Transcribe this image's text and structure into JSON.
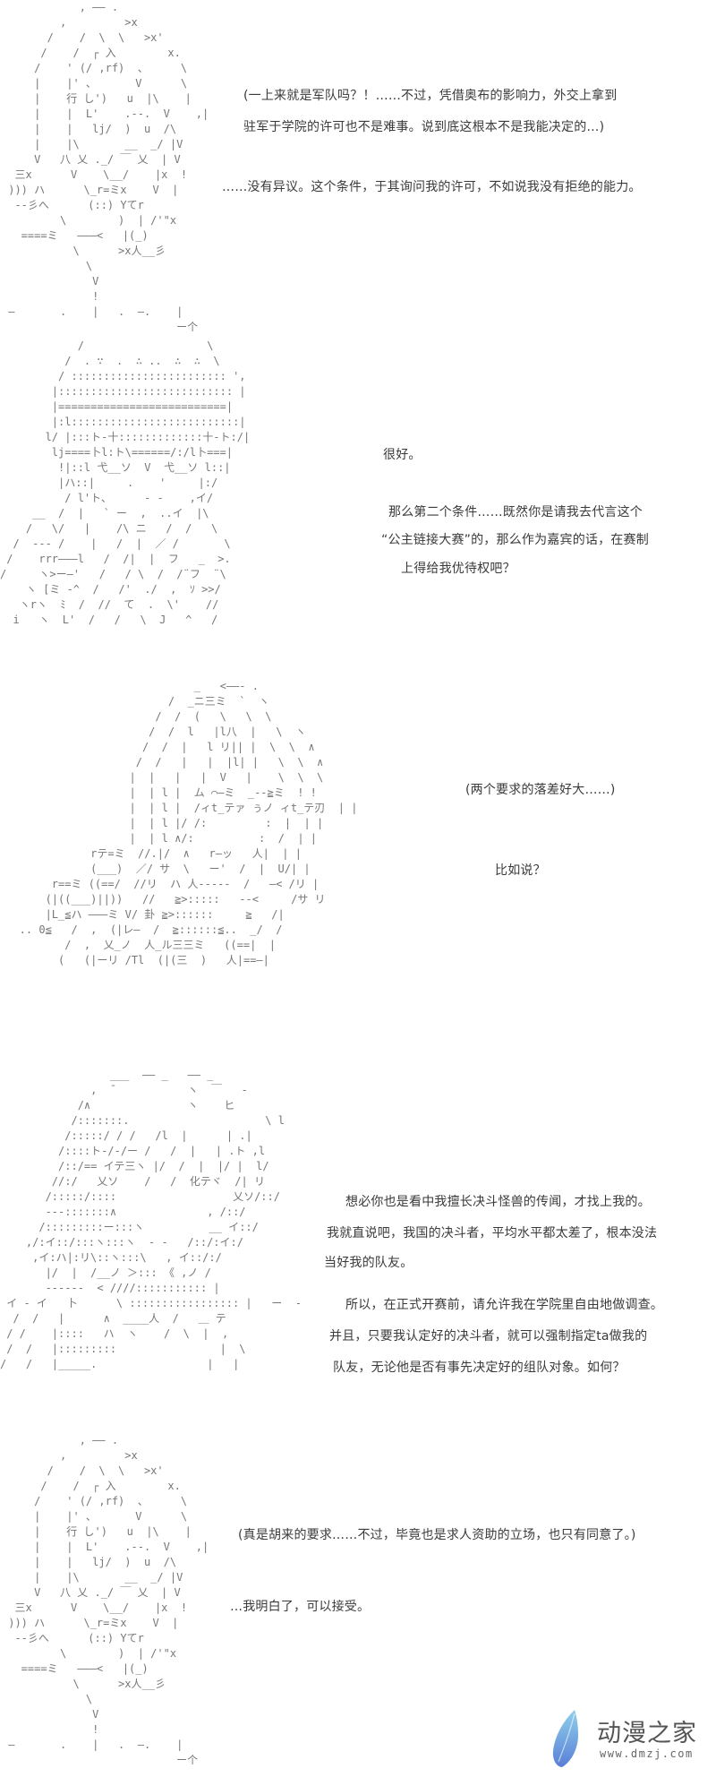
{
  "panels": [
    {
      "art": [
        "            , ―― .",
        "         ,         >x",
        "       /    /  \\  \\   >x'",
        "      /    /  ┌ 入        x.",
        "     /    ' (/ ,rf)  、     \\",
        "     |    |' 、      V      \\",
        "     |    行 し')   u  |\\    |",
        "     |    |  L'    .--.  V    ,|",
        "     |    |   lj/  )  u  /\\",
        "     |    |\\       __  _/ |V",
        "     V   八 乂 ._/ ￣ 乂  | V",
        "  三x      V    \\__/    |x  !",
        " ))) ハ      \\_r=ミx    V  |",
        "  --彡へ      (::) Yてr",
        "         \\        )  | /'\"x",
        "   ====ミ   ―――<   |(_)",
        "           \\      >x人__彡",
        "             \\",
        "              V",
        "              !",
        " ―       .    |   .  ―.    |",
        "                           ー个"
      ],
      "lines": [
        "(一上来就是军队吗？！……不过，凭借奥布的影响力，外交上拿到",
        "驻军于学院的许可也不是难事。说到底这根本不是我能决定的…)",
        "……没有异议。这个条件，于其询问我的许可，不如说我没有拒绝的能力。"
      ]
    },
    {
      "art": [
        "            /                   \\",
        "          /  . ∵  .  ∴ ..  ∴  ∴  \\",
        "         / :::::::::::::::::::::::: ',",
        "        |::::::::::::::::::::::::::: |",
        "        |==========================|",
        "        |:l::::::::::::::::::::::::::|",
        "       l/ |:::ト‐十:::::::::::::十‐ト:/|",
        "        lj====卜l:ト\\======/:/l卜===|",
        "         !|::l 弋__ソ  V  弋__ソ l::|",
        "         |ハ::|     .    '     |:/",
        "          / l'ト、     ‐ ‐    ,イ/",
        "     __  /  |   ` ー  ,  ..イ  |\\",
        "    /   \\/   |    /\\ ニ   /  /   \\",
        "  /  ‐‐‐ /    |   /  |  ／ /       \\",
        " /    rrr―――l   /  /|  |  フ   _  >.",
        "/     ヽ>ー―'   /   / \\  /  /¨フ  ¨\\",
        "    ヽ [ミ ‐^  /   /'  ./  ,  ｿ >>/",
        "   ヽrヽ  ﾐ  /  //  て  .  \\'    //",
        "  i   ヽ  L'  /   /   \\  J   ^   /"
      ],
      "lines": [
        "很好。",
        "那么第二个条件……既然你是请我去代言这个",
        "“公主链接大赛”的，那么作为嘉宾的话，在赛制",
        "上得给我优待权吧？"
      ]
    },
    {
      "art": [
        "                              _   <――- .",
        "                          /  _ニ三ミ  `  ヽ",
        "                        /  /  (   \\   \\  \\",
        "                       /  /  l   |l八  |   \\  ヽ",
        "                      /  /  |   l リ|| |  \\  \\  ∧",
        "                     /  /   |   |  |l| |   \\  \\  ∧",
        "                    |  |   |   |  V   |    \\  \\  \\",
        "                    |  | l |  ム ⌒―ミ  _-‐≧ミ  ! !",
        "                    |  | l |  /ィt_テァ ぅノ ィt_テ刃  | |",
        "                    |  | l |/ /:         :  |  | |",
        "                    |  | l ∧/:          :  /  | |",
        "              rテ=ミ  //.|/  ∧   r―ッ   人|  | |",
        "              (___)  ／/ サ  \\   ー'  /  |  U/| |",
        "        r==ミ ((==/  //リ  ハ 人‐‐‐‐‐  /   ―< /リ |",
        "       (|((___)||))   //   ≧>:::::   ‐‐<     /サ リ",
        "       |L_≦ハ ―――ミ V/ 卦 ≧>::::::     ≧   /|",
        "   .. 0≦   /  ,  (|レ―  /  ≧::::::≦..  _/  /",
        "          /  ,  乂_ノ  人_ル三三ミ   ((==|  |",
        "         (   (|ーリ /Tl  (|(三  )   人|==―|"
      ],
      "lines": [
        "(两个要求的落差好大……)",
        "比如说？"
      ]
    },
    {
      "art": [
        "                 ___  ―― _   ―― _",
        "              ,  ̄            ヽ  ￣   ‐",
        "            /∧               ヽ    ヒ",
        "           /:::::::.                     \\ l",
        "          /:::::/ / /   /l  |      | .|",
        "         /::::ト‐/‐/ー /   /  |   | .ト ,l",
        "         /::/== イテ三ヽ |/  /  |  |/ |  l/",
        "        //:/   乂ソ    /   /  化テヾ  /| リ",
        "       /:::::/::::                  乂ソ/::/",
        "       ---:::::::∧              , /::/",
        "      /:::::::::ー:::ヽ          __ イ::/",
        "    ,/:イ::/:::ヽ:::ヽ  ‐ ‐   /::/:イ:/",
        "     ,イ:ハ|:リ\\::ヽ:::\\   , イ::/:/",
        "       |/  |  /__ノ ＞::: 《 ,ノ /",
        "       ‐‐‐‐‐‐  < ////::::::::::: |",
        " イ ‐ イ   卜      \\ ::::::::::::::::: |   ー  ‐",
        "  /  /   |      ∧  ____人  /   ＿ テ",
        " / /    |::::   ハ  ヽ    /  \\  |  ,",
        " /  /   |:::::::::                |  \\",
        "/   /   |_____.                 |   |"
      ],
      "lines": [
        "想必你也是看中我擅长决斗怪兽的传闻，才找上我的。",
        "我就直说吧，我国的决斗者，平均水平都太差了，根本没法",
        "当好我的队友。",
        "所以，在正式开赛前，请允许我在学院里自由地做调查。",
        "并且，只要我认定好的决斗者，就可以强制指定ta做我的",
        "队友，无论他是否有事先决定好的组队对象。如何？"
      ]
    },
    {
      "art": [
        "            , ―― .",
        "         ,         >x",
        "       /    /  \\  \\   >x'",
        "      /    /  ┌ 入        x.",
        "     /    ' (/ ,rf)  、     \\",
        "     |    |' 、      V      \\",
        "     |    行 し')   u  |\\    |",
        "     |    |  L'    .--.  V    ,|",
        "     |    |   lj/  )  u  /\\",
        "     |    |\\       __  _/ |V",
        "     V   八 乂 ._/ ￣ 乂  | V",
        "  三x      V    \\__/    |x  !",
        " ))) ハ      \\_r=ミx    V  |",
        "  --彡へ      (::) Yてr",
        "         \\        )  | /'\"x",
        "   ====ミ   ―――<   |(_)",
        "           \\      >x人__彡",
        "             \\",
        "              V",
        "              !",
        " ―       .    |   .  ―.    |",
        "                           ー个"
      ],
      "lines": [
        "(真是胡来的要求……不过，毕竟也是求人资助的立场，也只有同意了。)",
        "…我明白了，可以接受。"
      ]
    }
  ],
  "watermark": {
    "title": "动漫之家",
    "url": "www.dmzj.com",
    "colors": {
      "feather_light": "#8fd0ec",
      "feather_dark": "#5a7fd6"
    }
  }
}
